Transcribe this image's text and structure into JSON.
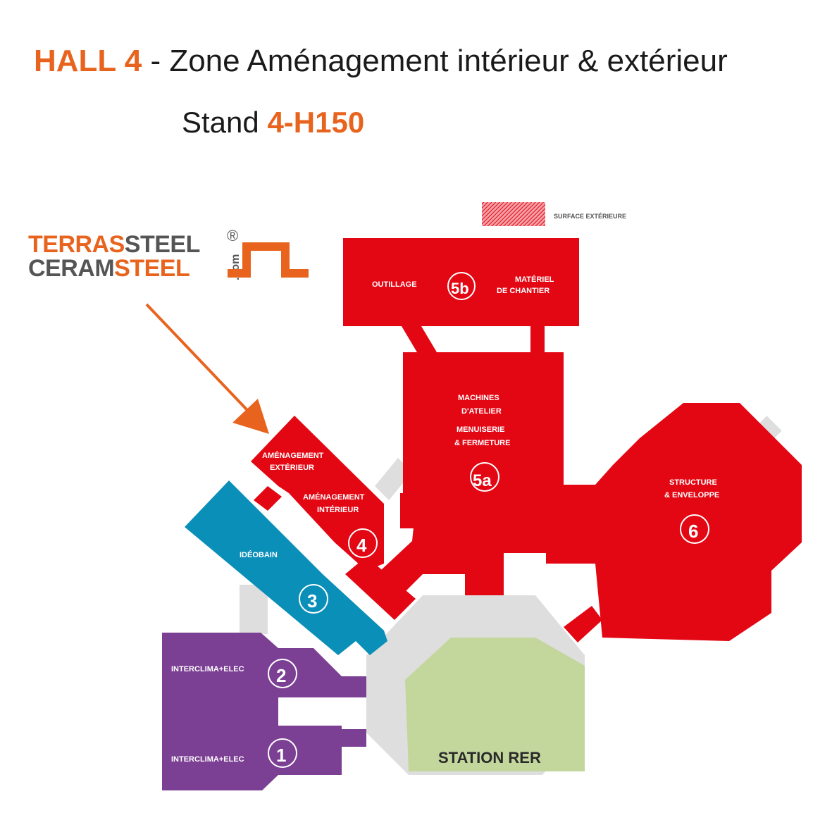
{
  "header": {
    "hall": "HALL 4",
    "separator": " - ",
    "zone": "Zone Aménagement intérieur & extérieur",
    "stand_label": "Stand ",
    "stand_code": "4-H150"
  },
  "logo": {
    "line1_part1": "TERRAS",
    "line1_part2": "STEEL",
    "line2_part1": "CERAM",
    "line2_part2": "STEEL",
    "dotcom": ".com",
    "reg": "®"
  },
  "legend": {
    "label": "SURFACE EXTÉRIEURE"
  },
  "halls": {
    "h5b": {
      "number": "5b",
      "left_label": "OUTILLAGE",
      "right_label_1": "MATÉRIEL",
      "right_label_2": "DE CHANTIER"
    },
    "h5a": {
      "number": "5a",
      "label_1": "MACHINES",
      "label_2": "D'ATELIER",
      "label_3": "MENUISERIE",
      "label_4": "& FERMETURE"
    },
    "h6": {
      "number": "6",
      "label_1": "STRUCTURE",
      "label_2": "& ENVELOPPE"
    },
    "h4": {
      "number": "4",
      "ext_1": "AMÉNAGEMENT",
      "ext_2": "EXTÉRIEUR",
      "int_1": "AMÉNAGEMENT",
      "int_2": "INTÉRIEUR"
    },
    "h3": {
      "number": "3",
      "label": "IDÉOBAIN"
    },
    "h2": {
      "number": "2",
      "label": "INTERCLIMA+ELEC"
    },
    "h1": {
      "number": "1",
      "label": "INTERCLIMA+ELEC"
    },
    "station": {
      "label": "STATION RER"
    }
  },
  "colors": {
    "accent": "#e8641e",
    "red_hall": "#e30613",
    "blue_hall": "#0a8fb8",
    "purple_hall": "#7b3f93",
    "station_green": "#c3d69b",
    "corridor_grey": "#dedede"
  }
}
